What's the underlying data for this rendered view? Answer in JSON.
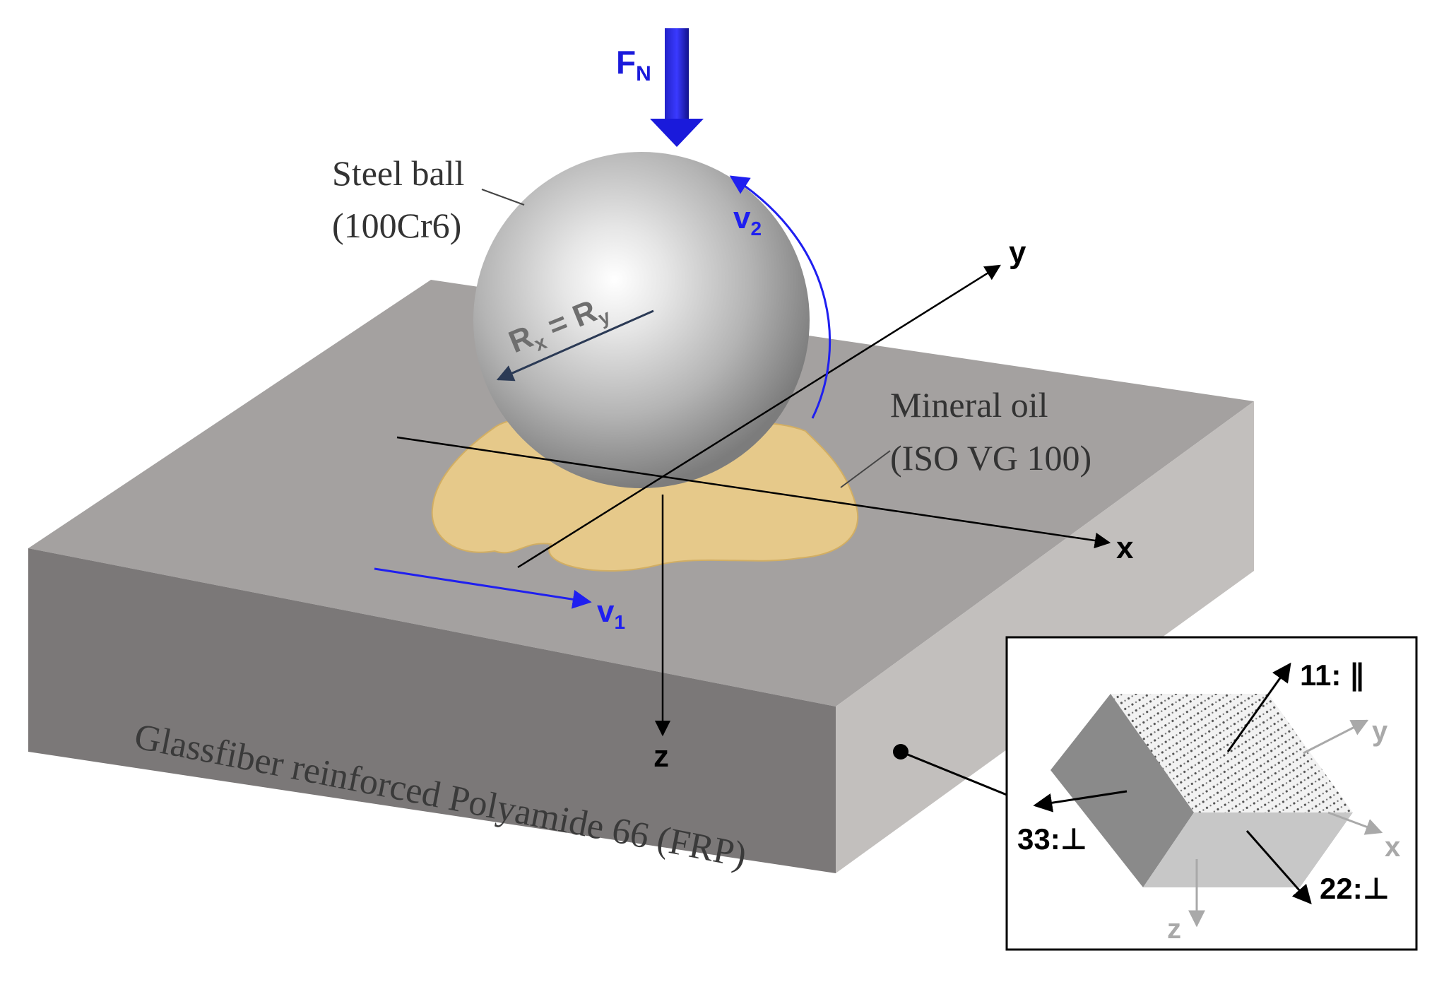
{
  "labels": {
    "force_main": "F",
    "force_sub": "N",
    "ball_line1": "Steel ball",
    "ball_line2": "(100Cr6)",
    "oil_line1": "Mineral oil",
    "oil_line2": "(ISO VG 100)",
    "radius_rx": "R",
    "radius_rx_sub": "x",
    "radius_eq": " = R",
    "radius_ry_sub": "y",
    "v1_main": "v",
    "v1_sub": "1",
    "v2_main": "v",
    "v2_sub": "2",
    "axis_x": "x",
    "axis_y": "y",
    "axis_z": "z",
    "block_label": "Glassfiber reinforced Polyamide 66 (FRP)"
  },
  "inset": {
    "dir_11": "11: ∥",
    "dir_22": "22:⊥",
    "dir_33": "33:⊥",
    "axis_x": "x",
    "axis_y": "y",
    "axis_z": "z"
  },
  "colors": {
    "force_blue": "#1a1adb",
    "velocity_blue": "#1f1ff0",
    "oil": "#e6c98a",
    "block_top": "#a4a1a0",
    "block_front": "#7b7878",
    "block_side": "#c2bfbd",
    "inset_axis_grey": "#a9a9a9"
  }
}
